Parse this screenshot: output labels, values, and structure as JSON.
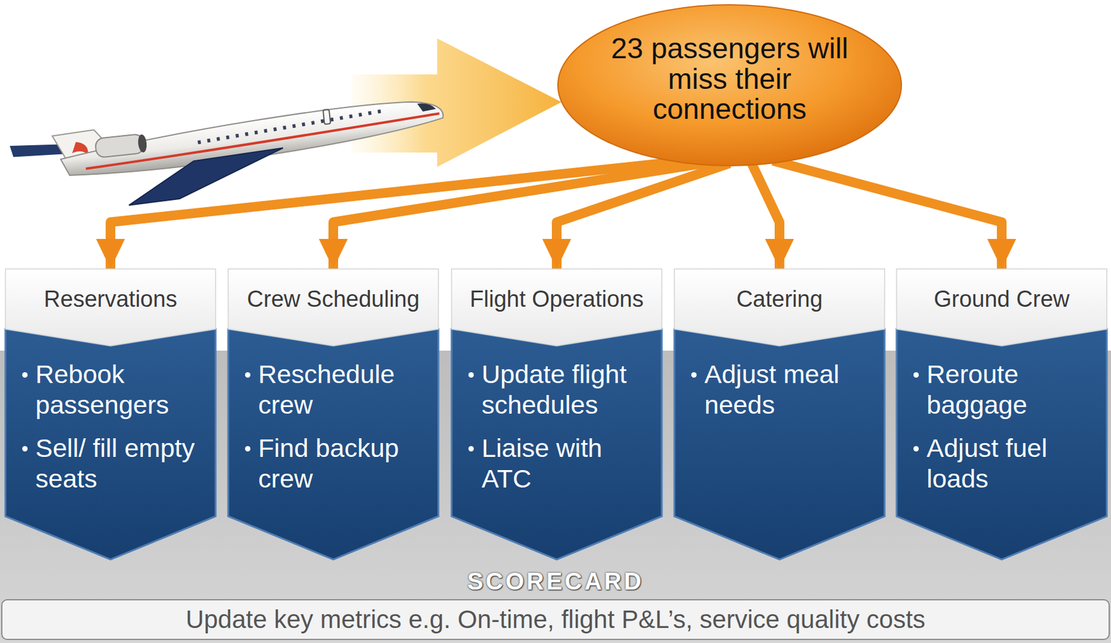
{
  "diagram": {
    "nodes": [
      {
        "text": [
          "23 passengers will miss their connections"
        ]
      },
      {
        "text": [
          "Reservations",
          "Rebook passengers",
          "Sell/ fill empty seats"
        ]
      },
      {
        "text": [
          "Crew Scheduling",
          "Reschedule crew",
          "Find backup crew"
        ]
      },
      {
        "text": [
          "Flight Operations",
          "Update flight schedules",
          "Liaise with ATC"
        ]
      },
      {
        "text": [
          "Catering",
          "Adjust meal needs"
        ]
      },
      {
        "text": [
          "Ground Crew",
          "Reroute baggage",
          "Adjust fuel loads"
        ]
      },
      {
        "text": [
          "SCORECARD",
          "Update key metrics e.g. On-time, flight P&L’s, service quality costs"
        ]
      }
    ],
    "edges": [
      {
        "from": 0,
        "to": 1,
        "arrow": "to"
      },
      {
        "from": 0,
        "to": 2,
        "arrow": "to"
      },
      {
        "from": 0,
        "to": 3,
        "arrow": "to"
      },
      {
        "from": 0,
        "to": 4,
        "arrow": "to"
      },
      {
        "from": 0,
        "to": 5,
        "arrow": "to"
      }
    ]
  }
}
